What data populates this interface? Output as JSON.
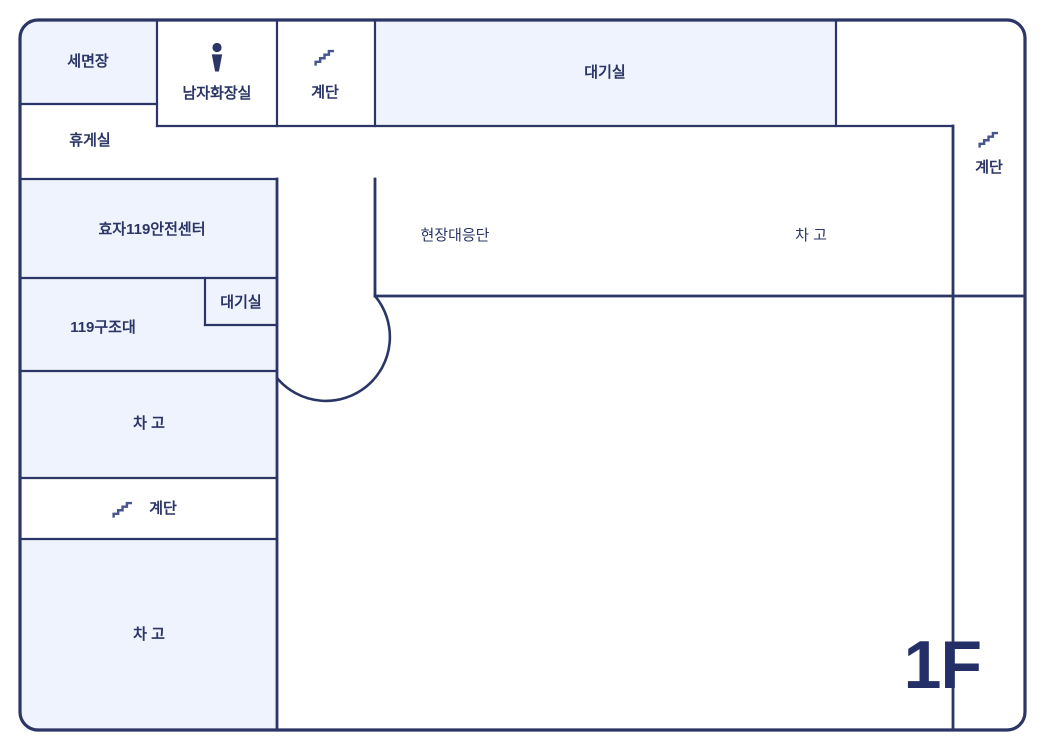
{
  "plan": {
    "floor_badge": "1F",
    "colors": {
      "stroke": "#2b3566",
      "room_fill": "#eff3fd",
      "empty_fill": "#ffffff",
      "label_text": "#2b3566",
      "badge_text": "#232f66",
      "icon": "#44558f",
      "page_background": "#ffffff"
    },
    "rooms": [
      {
        "id": "washroom",
        "label": "세면장",
        "filled": true
      },
      {
        "id": "mens-restroom",
        "label": "남자화장실",
        "filled": false,
        "icon": "male-restroom-icon"
      },
      {
        "id": "stairs-top",
        "label": "계단",
        "filled": false,
        "icon": "stairs-icon"
      },
      {
        "id": "waiting-room-top",
        "label": "대기실",
        "filled": true
      },
      {
        "id": "blank-top-right",
        "label": "",
        "filled": false
      },
      {
        "id": "stairs-right",
        "label": "계단",
        "filled": false,
        "icon": "stairs-icon"
      },
      {
        "id": "lounge",
        "label": "휴게실",
        "filled": false
      },
      {
        "id": "hyoja-119-center",
        "label": "효자119안전센터",
        "filled": true
      },
      {
        "id": "rescue-119",
        "label": "119구조대",
        "filled": true
      },
      {
        "id": "waiting-room-left",
        "label": "대기실",
        "filled": true
      },
      {
        "id": "garage-left-upper",
        "label": "차 고",
        "filled": true
      },
      {
        "id": "stairs-left",
        "label": "계단",
        "filled": false,
        "icon": "stairs-icon"
      },
      {
        "id": "garage-left-lower",
        "label": "차 고",
        "filled": true
      },
      {
        "id": "field-response",
        "label": "현장대응단",
        "filled": false
      },
      {
        "id": "garage-main",
        "label": "차 고",
        "filled": false
      },
      {
        "id": "apparatus-bay",
        "label": "",
        "filled": false
      }
    ]
  }
}
